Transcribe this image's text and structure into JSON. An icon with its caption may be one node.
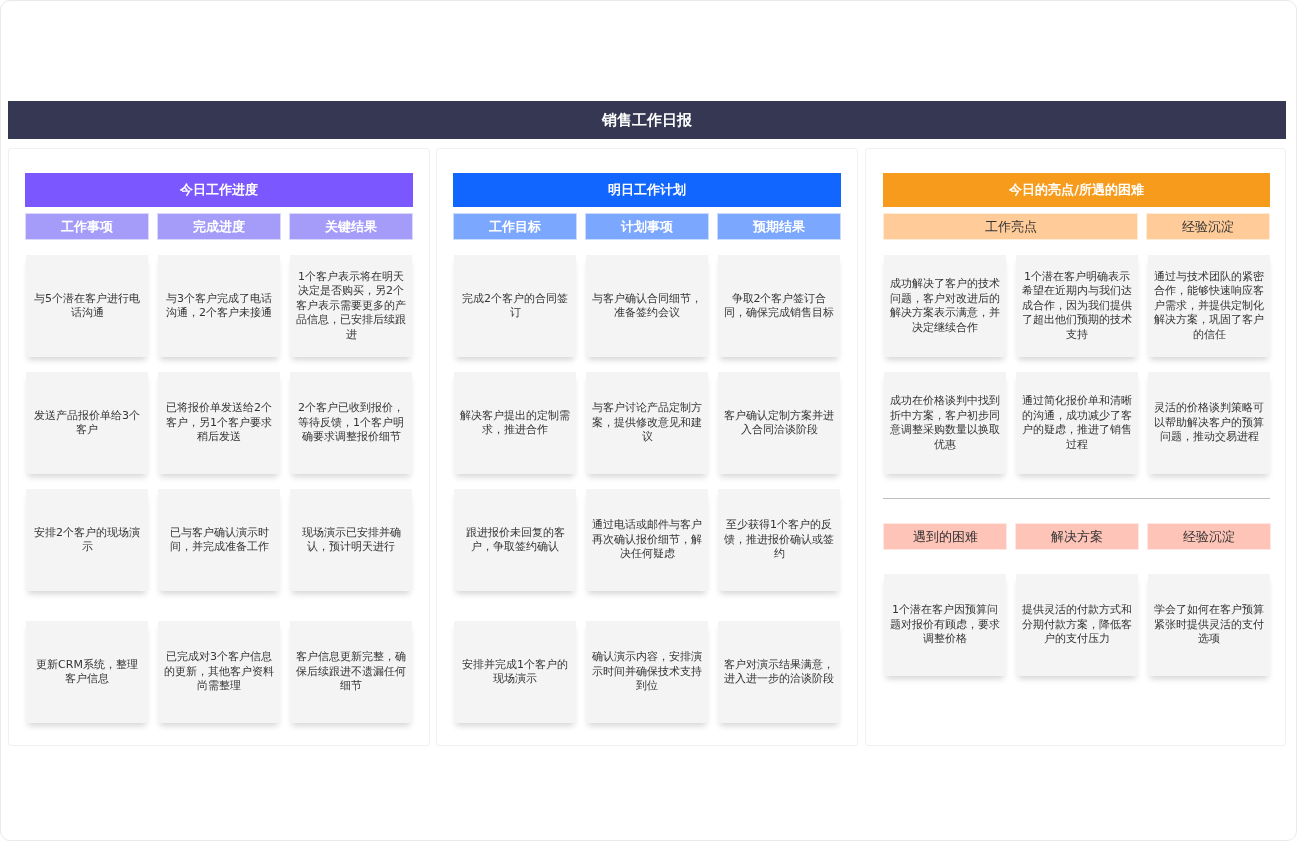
{
  "diagram": {
    "title": "销售工作日报",
    "nodes": [
      {
        "text": [
          "今日工作进度"
        ]
      },
      {
        "text": [
          "工作事项"
        ],
        "in": 0
      },
      {
        "text": [
          "完成进度"
        ],
        "in": 0
      },
      {
        "text": [
          "关键结果"
        ],
        "in": 0
      },
      {
        "text": [
          "与5个潜在客户进行电话沟通"
        ],
        "in": 0
      },
      {
        "text": [
          "与3个客户完成了电话沟通，2个客户未接通"
        ],
        "in": 0
      },
      {
        "text": [
          "1个客户表示将在明天决定是否购买，另2个客户表示需要更多的产品信息，已安排后续跟进"
        ],
        "in": 0
      },
      {
        "text": [
          "发送产品报价单给3个客户"
        ],
        "in": 0
      },
      {
        "text": [
          "已将报价单发送给2个客户，另1个客户要求稍后发送"
        ],
        "in": 0
      },
      {
        "text": [
          "2个客户已收到报价，等待反馈，1个客户明确要求调整报价细节"
        ],
        "in": 0
      },
      {
        "text": [
          "安排2个客户的现场演示"
        ],
        "in": 0
      },
      {
        "text": [
          "已与客户确认演示时间，并完成准备工作"
        ],
        "in": 0
      },
      {
        "text": [
          "现场演示已安排并确认，预计明天进行"
        ],
        "in": 0
      },
      {
        "text": [
          "更新CRM系统，整理客户信息"
        ],
        "in": 0
      },
      {
        "text": [
          "已完成对3个客户信息的更新，其他客户资料尚需整理"
        ],
        "in": 0
      },
      {
        "text": [
          "客户信息更新完整，确保后续跟进不遗漏任何细节"
        ],
        "in": 0
      },
      {
        "text": [
          "明日工作计划"
        ]
      },
      {
        "text": [
          "工作目标"
        ],
        "in": 16
      },
      {
        "text": [
          "计划事项"
        ],
        "in": 16
      },
      {
        "text": [
          "预期结果"
        ],
        "in": 16
      },
      {
        "text": [
          "完成2个客户的合同签订"
        ],
        "in": 16
      },
      {
        "text": [
          "与客户确认合同细节，准备签约会议"
        ],
        "in": 16
      },
      {
        "text": [
          "争取2个客户签订合同，确保完成销售目标"
        ],
        "in": 16
      },
      {
        "text": [
          "解决客户提出的定制需求，推进合作"
        ],
        "in": 16
      },
      {
        "text": [
          "与客户讨论产品定制方案，提供修改意见和建议"
        ],
        "in": 16
      },
      {
        "text": [
          "客户确认定制方案并进入合同洽谈阶段"
        ],
        "in": 16
      },
      {
        "text": [
          "跟进报价未回复的客户，争取签约确认"
        ],
        "in": 16
      },
      {
        "text": [
          "通过电话或邮件与客户再次确认报价细节，解决任何疑虑"
        ],
        "in": 16
      },
      {
        "text": [
          "至少获得1个客户的反馈，推进报价确认或签约"
        ],
        "in": 16
      },
      {
        "text": [
          "安排并完成1个客户的现场演示"
        ],
        "in": 16
      },
      {
        "text": [
          "确认演示内容，安排演示时间并确保技术支持到位"
        ],
        "in": 16
      },
      {
        "text": [
          "客户对演示结果满意，进入进一步的洽谈阶段"
        ],
        "in": 16
      },
      {
        "text": [
          "今日的亮点/所遇的困难"
        ]
      },
      {
        "text": [
          "工作亮点"
        ],
        "in": 32
      },
      {
        "text": [
          "经验沉淀"
        ],
        "in": 32
      },
      {
        "text": [
          "成功解决了客户的技术问题，客户对改进后的解决方案表示满意，并决定继续合作"
        ],
        "in": 32
      },
      {
        "text": [
          "1个潜在客户明确表示希望在近期内与我们达成合作，因为我们提供了超出他们预期的技术支持"
        ],
        "in": 32
      },
      {
        "text": [
          "通过与技术团队的紧密合作，能够快速响应客户需求，并提供定制化解决方案，巩固了客户的信任"
        ],
        "in": 32
      },
      {
        "text": [
          "成功在价格谈判中找到折中方案，客户初步同意调整采购数量以换取优惠"
        ],
        "in": 32
      },
      {
        "text": [
          "通过简化报价单和清晰的沟通，成功减少了客户的疑虑，推进了销售过程"
        ],
        "in": 32
      },
      {
        "text": [
          "灵活的价格谈判策略可以帮助解决客户的预算问题，推动交易进程"
        ],
        "in": 32
      },
      {
        "text": [
          "遇到的困难"
        ],
        "in": 32
      },
      {
        "text": [
          "解决方案"
        ],
        "in": 32
      },
      {
        "text": [
          "经验沉淀"
        ],
        "in": 32
      },
      {
        "text": [
          "1个潜在客户因预算问题对报价有顾虑，要求调整价格"
        ],
        "in": 32
      },
      {
        "text": [
          "提供灵活的付款方式和分期付款方案，降低客户的支付压力"
        ],
        "in": 32
      },
      {
        "text": [
          "学会了如何在客户预算紧张时提供灵活的支付选项"
        ],
        "in": 32
      }
    ]
  }
}
